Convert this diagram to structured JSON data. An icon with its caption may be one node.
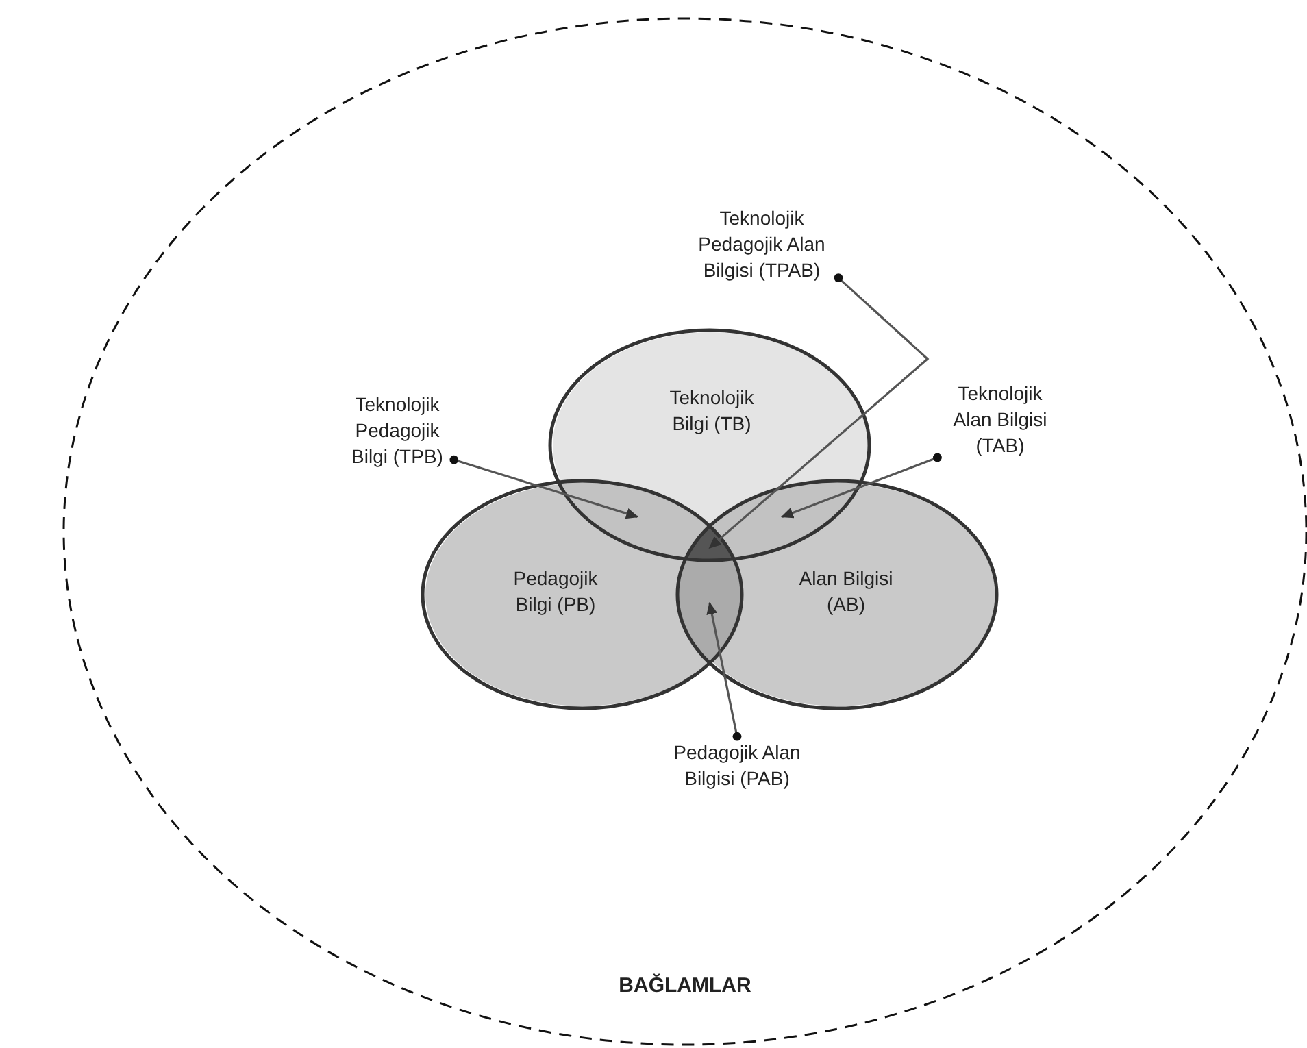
{
  "diagram": {
    "nodes": [
      {
        "text": [
          "BAĞLAMLAR"
        ]
      },
      {
        "text": [
          "Teknolojik Bilgi (TB)"
        ],
        "in": 0
      },
      {
        "text": [
          "Pedagojik Bilgi (PB)"
        ],
        "in": 0
      },
      {
        "text": [
          "Alan Bilgisi (AB)"
        ],
        "in": 0
      },
      {
        "text": [
          "Teknolojik Pedagojik Alan Bilgisi (TPAB)"
        ],
        "in": 0
      },
      {
        "text": [
          "Teknolojik Pedagojik Bilgi (TPB)"
        ],
        "in": 0
      },
      {
        "text": [
          "Teknolojik Alan Bilgisi (TAB)"
        ],
        "in": 0
      },
      {
        "text": [
          "Pedagojik Alan Bilgisi (PAB)"
        ],
        "in": 0
      },
      {
        "text": [],
        "shape": "lens"
      },
      {
        "text": [],
        "shape": "lens"
      },
      {
        "text": [],
        "shape": "lens"
      },
      {
        "text": [],
        "shape": "lens"
      }
    ],
    "edges": [
      {
        "from": 4,
        "to": 10,
        "arrow": "to"
      },
      {
        "from": 5,
        "to": 8,
        "arrow": "to"
      },
      {
        "from": 6,
        "to": 9,
        "arrow": "to"
      },
      {
        "from": 7,
        "to": 11,
        "arrow": "to"
      }
    ]
  }
}
